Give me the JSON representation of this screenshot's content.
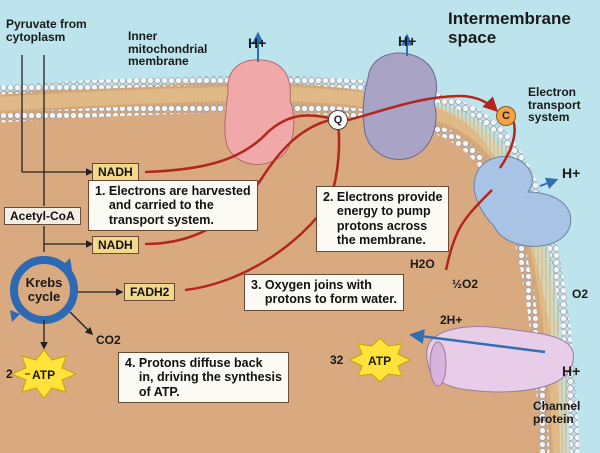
{
  "labels": {
    "pyruvate": "Pyruvate from\ncytoplasm",
    "inner_membrane": "Inner\nmitochondrial\nmembrane",
    "intermembrane": "Intermembrane\nspace",
    "ets": "Electron\ntransport\nsystem",
    "h_plus": "H+",
    "acetyl_coa": "Acetyl-CoA",
    "nadh": "NADH",
    "fadh2": "FADH2",
    "krebs": "Krebs\ncycle",
    "co2": "CO2",
    "atp": "ATP",
    "atp_count_left": "2",
    "atp_count_right": "32",
    "q": "Q",
    "c": "C",
    "h2o": "H2O",
    "o2_half": "½O2",
    "two_h_plus": "2H+",
    "o2": "O2",
    "channel_protein": "Channel\nprotein"
  },
  "steps": [
    "1. Electrons are harvested\n    and carried to the\n    transport system.",
    "2. Electrons provide\n    energy to pump\n    protons across\n    the membrane.",
    "3. Oxygen joins with\n    protons to form water.",
    "4. Protons diffuse back\n    in, driving the synthesis\n    of ATP."
  ],
  "colors": {
    "matrix": "#d9a97f",
    "intermembrane": "#bde4ec",
    "phospholipid_head": "#f3f4f6",
    "arrow_red": "#b3261e",
    "arrow_blue": "#2f6fb8",
    "protein_pink": "#f1a8a8",
    "protein_purple": "#a9a3c6",
    "protein_blue": "#a9c3e4",
    "atp_yellow": "#ffe23a",
    "krebs_blue": "#2d6ab3"
  }
}
